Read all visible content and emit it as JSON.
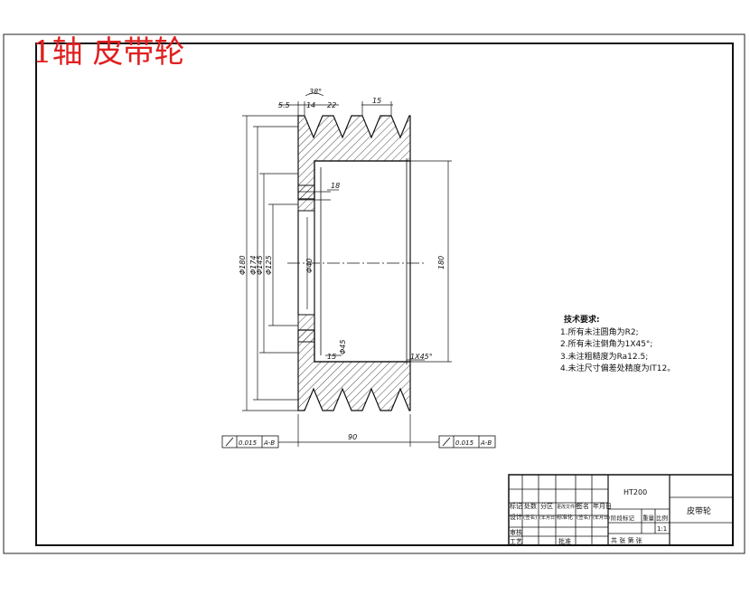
{
  "title_red": "1轴  皮带轮",
  "tech_requirements": {
    "heading": "技术要求:",
    "items": [
      "1.所有未注圆角为R2;",
      "2.所有未注倒角为1X45°;",
      "3.未注粗糙度为Ra12.5;",
      "4.未注尺寸偏差处精度为IT12。"
    ]
  },
  "dimensions": {
    "top_5_5": "5.5",
    "top_14": "14",
    "top_22": "22",
    "top_38deg": "38°",
    "top_15": "15",
    "width_90": "90",
    "dia_180": "180",
    "bore": "Φ40",
    "keyway_15": "15",
    "keyway_45": "Φ45",
    "dia_1": "Φ180",
    "dia_2": "Φ174",
    "dia_3": "Φ145",
    "dia_4": "Φ125",
    "chamfer": "1X45°",
    "small_18": "18"
  },
  "tolerances": {
    "left_value": "0.015",
    "left_datum": "A-B",
    "right_value": "0.015",
    "right_datum": "A-B"
  },
  "title_block": {
    "material": "HT200",
    "part_name": "皮带轮",
    "labels_row1": [
      "标记",
      "处数",
      "分区",
      "更改文件号",
      "签名",
      "年月日"
    ],
    "labels_row2": [
      "设计",
      "(签名)",
      "(年月日)",
      "标准化",
      "(签名)",
      "(年月日)"
    ],
    "label_shenhe": "审核",
    "label_gongyi": "工艺",
    "label_pizhun": "批准",
    "stage_mark": "阶段标记",
    "weight": "重量",
    "scale_label": "比例",
    "scale_value": "1:1",
    "sheets": "共  张  第  张"
  }
}
